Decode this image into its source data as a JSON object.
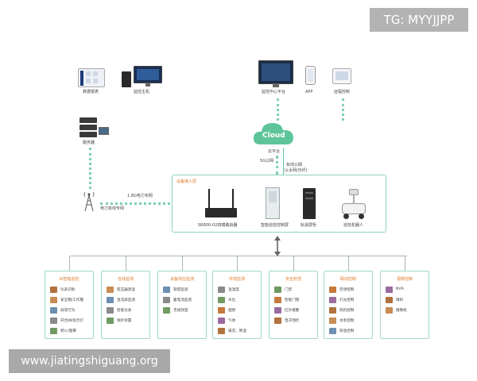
{
  "watermarks": {
    "top": "TG: MYYJJPP",
    "bottom": "www.jiatingshiguang.org"
  },
  "top_left": {
    "data_report": "数据报表",
    "monitor_host": "监控主机",
    "server": "服务器"
  },
  "top_right": {
    "monitor_center": "监控中心平台",
    "app": "APP",
    "remote_control": "远程控制"
  },
  "cloud": {
    "label": "Cloud",
    "platform": "云平台"
  },
  "links": {
    "net_5g": "5G公网",
    "wired_public": "有线公网",
    "wired_public_sub": "(以太网/光纤)",
    "power_1_8g": "1.8G电力专网",
    "power_wired": "电力有线专网"
  },
  "access": {
    "title": "设备接入层",
    "devices": [
      {
        "label": "SR800-02四模路由器"
      },
      {
        "label": "智能巡检控制屏"
      },
      {
        "label": "轨道屏柜"
      },
      {
        "label": "巡检机器人"
      }
    ]
  },
  "panels": [
    {
      "title": "AI智能巡检",
      "items": [
        "仪表识别",
        "安全帽/工作服",
        "异常行为",
        "开合闸/指示灯",
        "明火/烟雾"
      ]
    },
    {
      "title": "在线监测",
      "items": [
        "变压器测温",
        "直流屏监测",
        "智能仪表",
        "保护装置"
      ]
    },
    {
      "title": "设备供应监测",
      "items": [
        "铁塔监测",
        "蓄电池监测",
        "无线测温"
      ]
    },
    {
      "title": "环境监测",
      "items": [
        "温湿度",
        "水位",
        "烟感",
        "气体",
        "噪音、降温"
      ]
    },
    {
      "title": "安全防范",
      "items": [
        "门禁",
        "智能门锁",
        "红外报警",
        "电子围栏"
      ]
    },
    {
      "title": "联动控制",
      "items": [
        "空调控制",
        "灯光控制",
        "风机控制",
        "水泵控制",
        "除湿控制"
      ]
    },
    {
      "title": "视频控制",
      "items": [
        "NVR",
        "球机",
        "摄像机"
      ]
    }
  ],
  "colors": {
    "accent_green": "#5ec49a",
    "panel_title": "#e07a2a",
    "dots": "#7fd0b1"
  }
}
